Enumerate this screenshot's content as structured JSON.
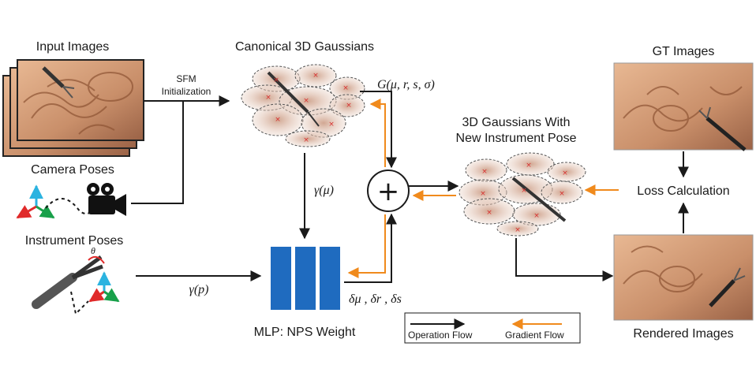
{
  "labels": {
    "input_images": "Input Images",
    "camera_poses": "Camera Poses",
    "instrument_poses": "Instrument Poses",
    "sfm_line1": "SFM",
    "sfm_line2": "Initialization",
    "canonical_gaussians": "Canonical 3D Gaussians",
    "gaussian_params": "G(μ, r, s, σ)",
    "gamma_mu": "γ(μ)",
    "gamma_p": "γ(p)",
    "theta": "θ",
    "mlp": "MLP: NPS Weight",
    "deltas": "δμ , δr , δs",
    "new_pose_line1": "3D Gaussians With",
    "new_pose_line2": "New Instrument Pose",
    "gt_images": "GT Images",
    "loss": "Loss Calculation",
    "rendered_images": "Rendered Images",
    "plus": "+"
  },
  "legend": {
    "operation_flow": "Operation Flow",
    "gradient_flow": "Gradient Flow"
  },
  "colors": {
    "operation_arrow": "#1a1a1a",
    "gradient_arrow": "#f08a1c",
    "mlp_bar": "#1f6bbf",
    "gaussian_marker": "#d93030",
    "axis_x": "#e02a2a",
    "axis_y": "#2bb3e0",
    "axis_z": "#18a04a"
  }
}
